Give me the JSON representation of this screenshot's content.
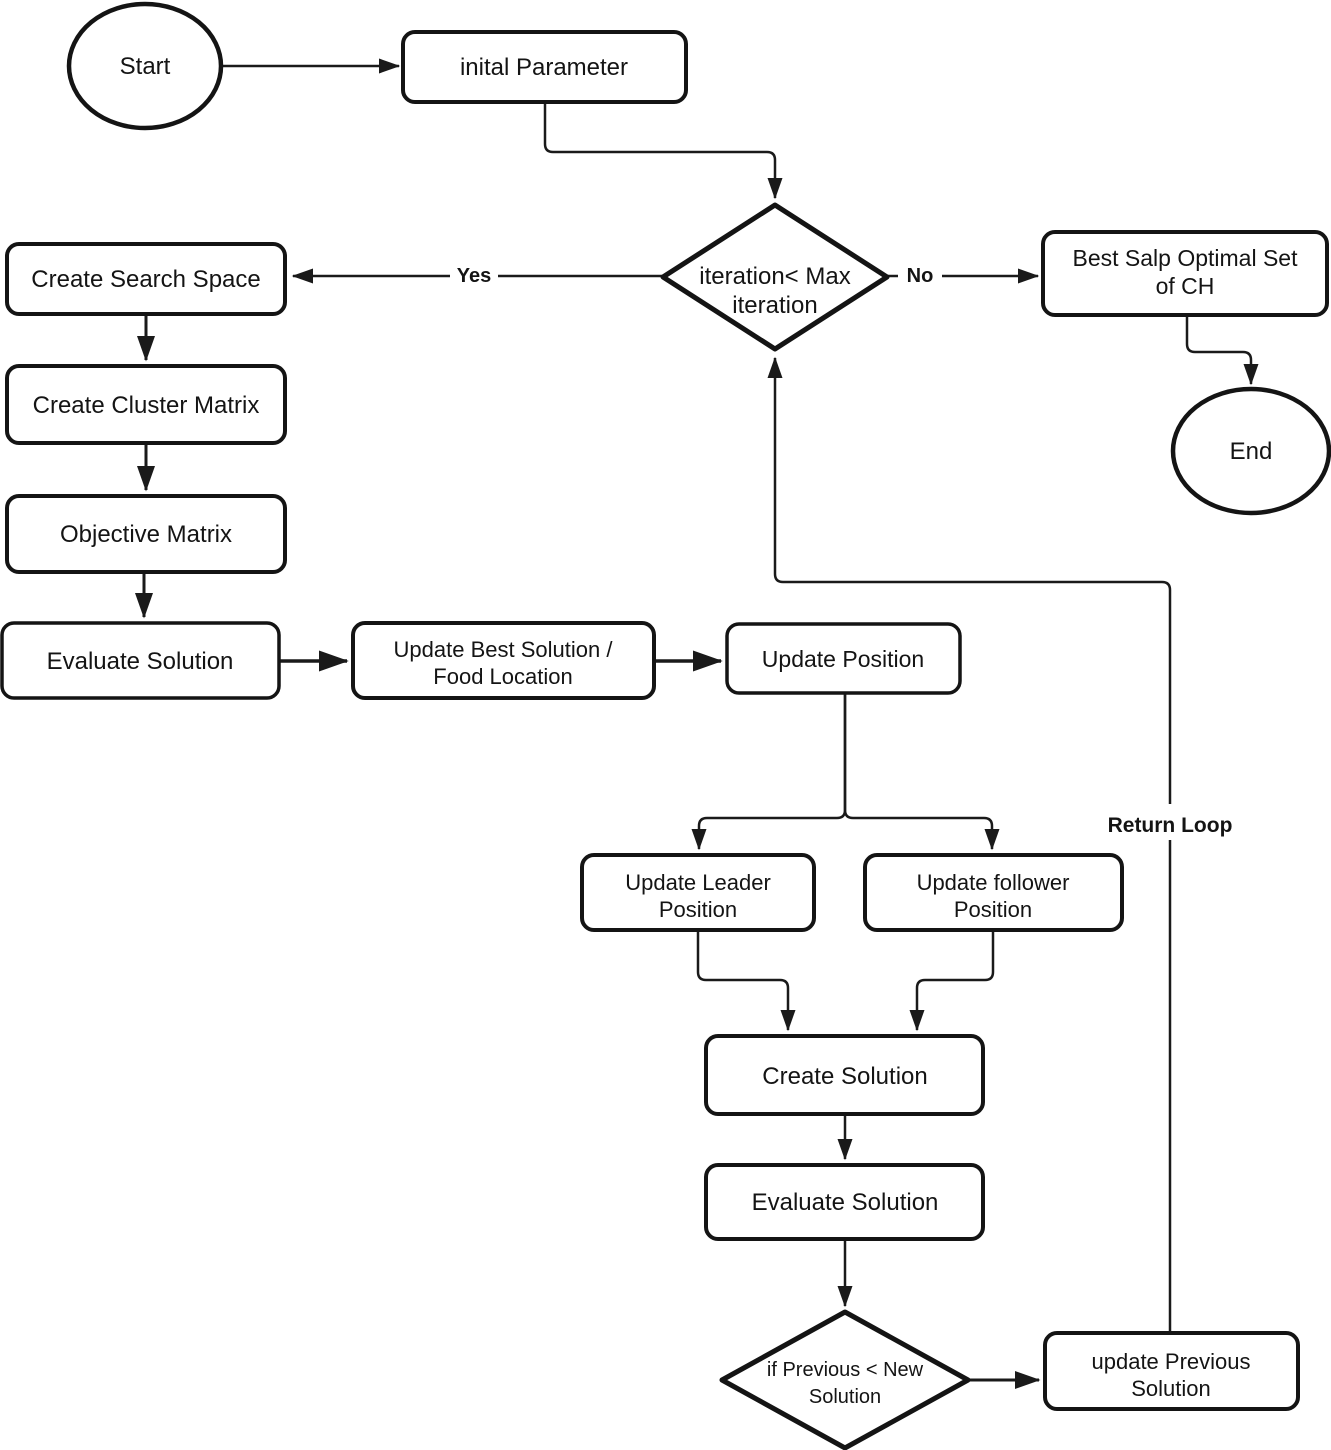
{
  "colors": {
    "ink": "#1a1a1a",
    "background": "#ffffff"
  },
  "nodes": {
    "start": {
      "label": "Start"
    },
    "initial_parameter": {
      "label": "inital Parameter"
    },
    "iteration_check": {
      "line1": "iteration< Max",
      "line2": "iteration"
    },
    "best_salp_set": {
      "line1": "Best Salp Optimal Set",
      "line2": "of CH"
    },
    "end": {
      "label": "End"
    },
    "create_search_space": {
      "label": "Create Search Space"
    },
    "create_cluster_matrix": {
      "label": "Create Cluster Matrix"
    },
    "objective_matrix": {
      "label": "Objective Matrix"
    },
    "evaluate_solution": {
      "label": "Evaluate Solution"
    },
    "update_best_solution": {
      "line1": "Update Best Solution /",
      "line2": "Food Location"
    },
    "update_position": {
      "label": "Update Position"
    },
    "update_leader_position": {
      "line1": "Update Leader",
      "line2": "Position"
    },
    "update_follower_position": {
      "line1": "Update follower",
      "line2": "Position"
    },
    "create_solution": {
      "label": "Create Solution"
    },
    "evaluate_solution_2": {
      "label": "Evaluate Solution"
    },
    "previous_vs_new_check": {
      "line1": "if Previous < New",
      "line2": "Solution"
    },
    "update_previous_solution": {
      "line1": "update Previous",
      "line2": "Solution"
    }
  },
  "edge_labels": {
    "yes": "Yes",
    "no": "No",
    "return_loop": "Return Loop"
  }
}
